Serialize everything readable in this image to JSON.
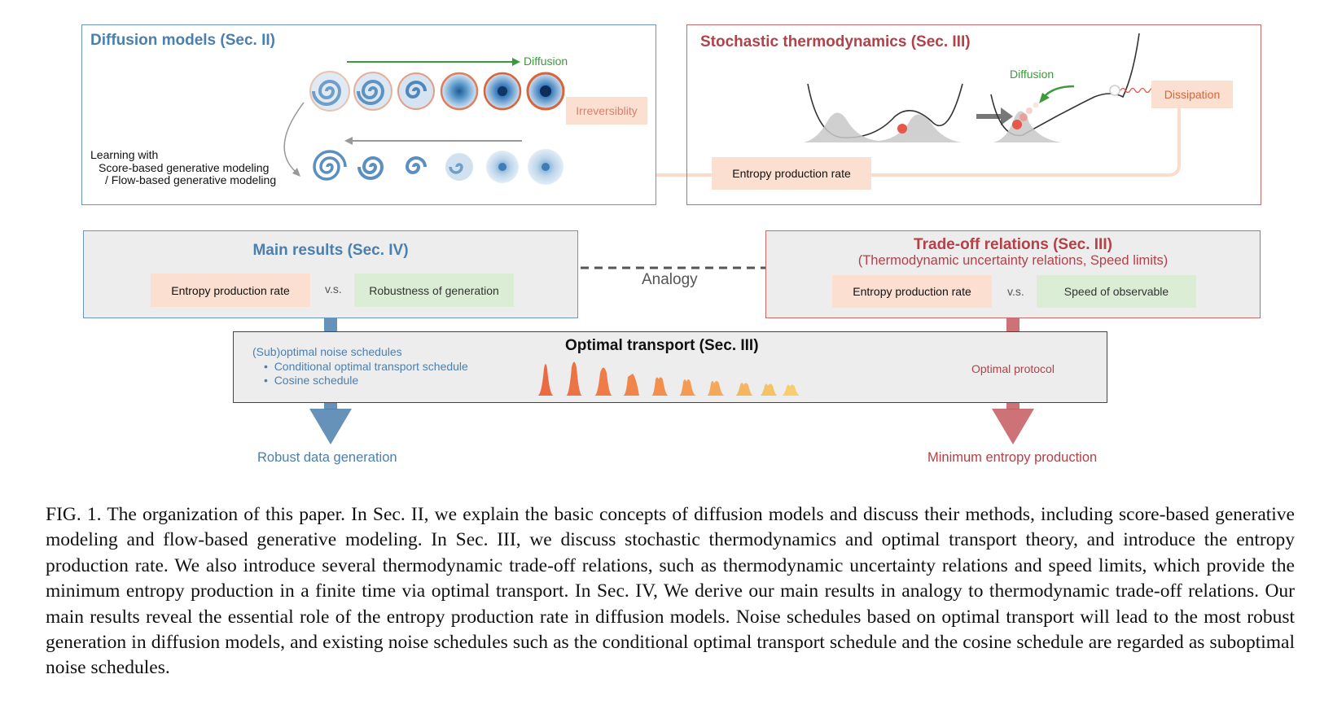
{
  "diffusion_panel": {
    "title": "Diffusion models (Sec. II)",
    "diffusion_label": "Diffusion",
    "irreversibility_label": "Irreversiblity",
    "learning_lines": [
      "Learning with",
      "Score-based generative modeling",
      "/ Flow-based generative modeling"
    ]
  },
  "thermo_panel": {
    "title": "Stochastic thermodynamics (Sec. III)",
    "diffusion_label": "Diffusion",
    "dissipation_label": "Dissipation",
    "entropy_label": "Entropy production rate"
  },
  "main_results": {
    "title": "Main results (Sec. IV)",
    "left_tag": "Entropy production rate",
    "vs": "v.s.",
    "right_tag": "Robustness of generation"
  },
  "analogy_label": "Analogy",
  "tradeoff": {
    "title": "Trade-off relations (Sec. III)",
    "subtitle": "(Thermodynamic uncertainty relations, Speed limits)",
    "left_tag": "Entropy production rate",
    "vs": "v.s.",
    "right_tag": "Speed of observable"
  },
  "optimal_transport": {
    "title": "Optimal transport (Sec. III)",
    "schedules_heading": "(Sub)optimal noise schedules",
    "schedules": [
      "Conditional optimal transport schedule",
      "Cosine schedule"
    ],
    "protocol_label": "Optimal protocol"
  },
  "outcomes": {
    "left": "Robust data generation",
    "right": "Minimum entropy production"
  },
  "caption": "FIG. 1. The organization of this paper. In Sec. II, we explain the basic concepts of diffusion models and discuss their methods, including score-based generative modeling and flow-based generative modeling.  In Sec. III, we discuss stochastic thermodynamics and optimal transport theory, and introduce the entropy production rate.  We also introduce several thermodynamic trade-off relations, such as thermodynamic uncertainty relations and speed limits, which provide the minimum entropy production in a finite time via optimal transport. In Sec. IV, We derive our main results in analogy to thermodynamic trade-off relations.  Our main results reveal the essential role of the entropy production rate in diffusion models. Noise schedules based on optimal transport will lead to the most robust generation in diffusion models, and existing noise schedules such as the conditional optimal transport schedule and the cosine schedule are regarded as suboptimal noise schedules.",
  "colors": {
    "blue": "#4b7fae",
    "red": "#b24148",
    "green": "#3c9a3c",
    "peach": "#fbe0d2",
    "light_green": "#dcedd6",
    "panel_gray": "#ededed",
    "orange_ring": "#d9643a"
  }
}
